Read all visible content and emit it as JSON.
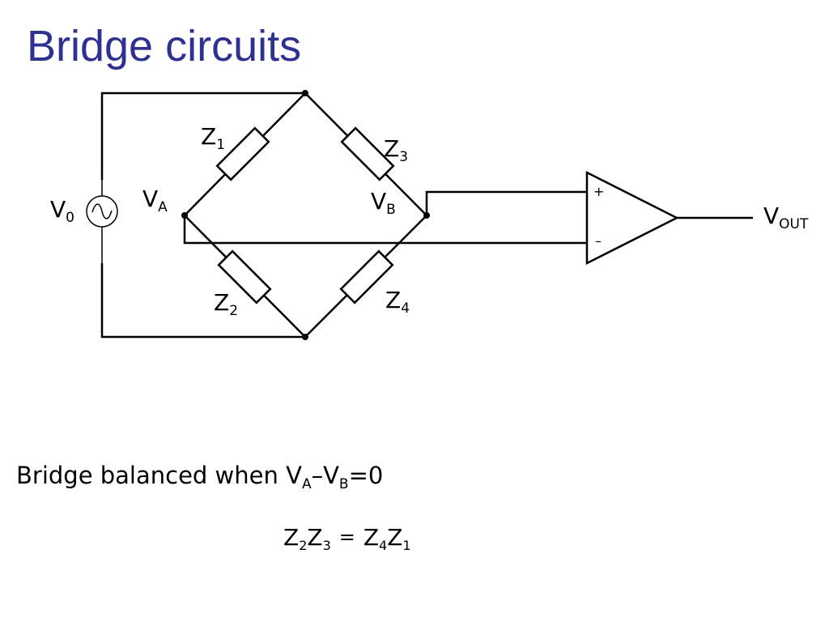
{
  "title": "Bridge circuits",
  "labels": {
    "z1": {
      "main": "Z",
      "sub": "1"
    },
    "z2": {
      "main": "Z",
      "sub": "2"
    },
    "z3": {
      "main": "Z",
      "sub": "3"
    },
    "z4": {
      "main": "Z",
      "sub": "4"
    },
    "va": {
      "main": "V",
      "sub": "A"
    },
    "vb": {
      "main": "V",
      "sub": "B"
    },
    "v0": {
      "main": "V",
      "sub": "0"
    },
    "vout": {
      "main": "V",
      "sub": "OUT"
    }
  },
  "opamp": {
    "plus": "+",
    "minus": "–"
  },
  "caption": {
    "text": "Bridge balanced when V",
    "sub_a": "A",
    "dash": "–V",
    "sub_b": "B",
    "tail": "=0"
  },
  "equation": {
    "z_a": "Z",
    "s_a": "2",
    "z_b": "Z",
    "s_b": "3",
    "eq": "=",
    "z_c": "Z",
    "s_c": "4",
    "z_d": "Z",
    "s_d": "1"
  }
}
